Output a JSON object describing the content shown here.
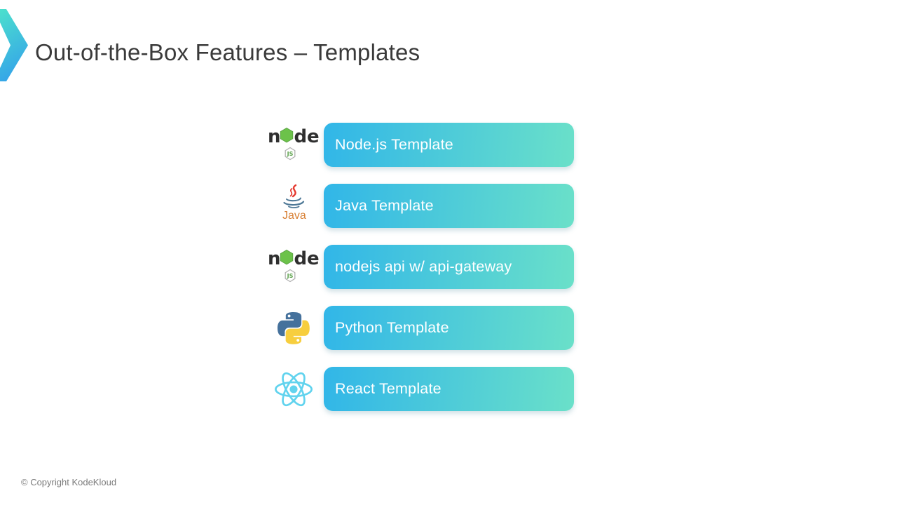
{
  "title": "Out-of-the-Box Features – Templates",
  "footer": {
    "copyright": "© Copyright KodeKloud"
  },
  "templates": {
    "items": [
      {
        "label": "Node.js Template",
        "icon": "nodejs-icon"
      },
      {
        "label": "Java Template",
        "icon": "java-icon"
      },
      {
        "label": "nodejs api w/ api-gateway",
        "icon": "nodejs-icon"
      },
      {
        "label": "Python Template",
        "icon": "python-icon"
      },
      {
        "label": "React Template",
        "icon": "react-icon"
      }
    ]
  },
  "colors": {
    "button_gradient_start": "#31b6e8",
    "button_gradient_end": "#6ae0c9",
    "button_text": "#ffffff",
    "chevron_top": "#4ce0cd",
    "chevron_bottom": "#35a5e8",
    "title": "#3a3a3a",
    "footer": "#7b7b7b"
  }
}
